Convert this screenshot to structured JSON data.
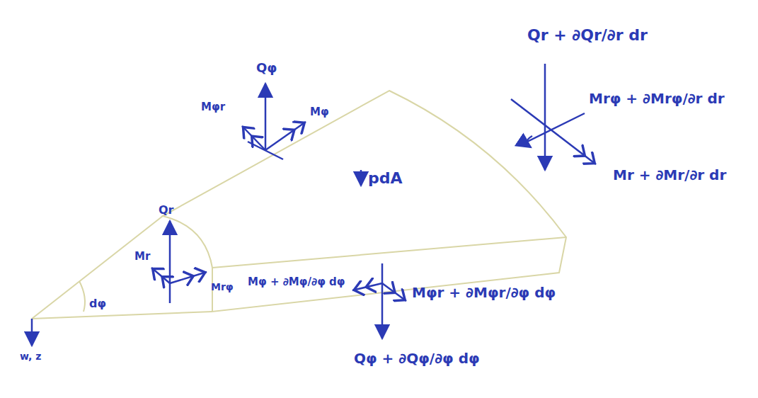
{
  "diagram": {
    "labels": [
      "Qr + ∂Qr/∂r dr",
      "Mrφ + ∂Mrφ/∂r dr",
      "Mr + ∂Mr/∂r dr",
      "Qφ",
      "Mφr",
      "Mφ",
      "pdA",
      "Qr",
      "Mr",
      "Mrφ",
      "Mφ + ∂Mφ/∂φ dφ",
      "Mφr + ∂Mφr/∂φ dφ",
      "Qφ + ∂Qφ/∂φ dφ",
      "dφ",
      "w, z"
    ]
  }
}
